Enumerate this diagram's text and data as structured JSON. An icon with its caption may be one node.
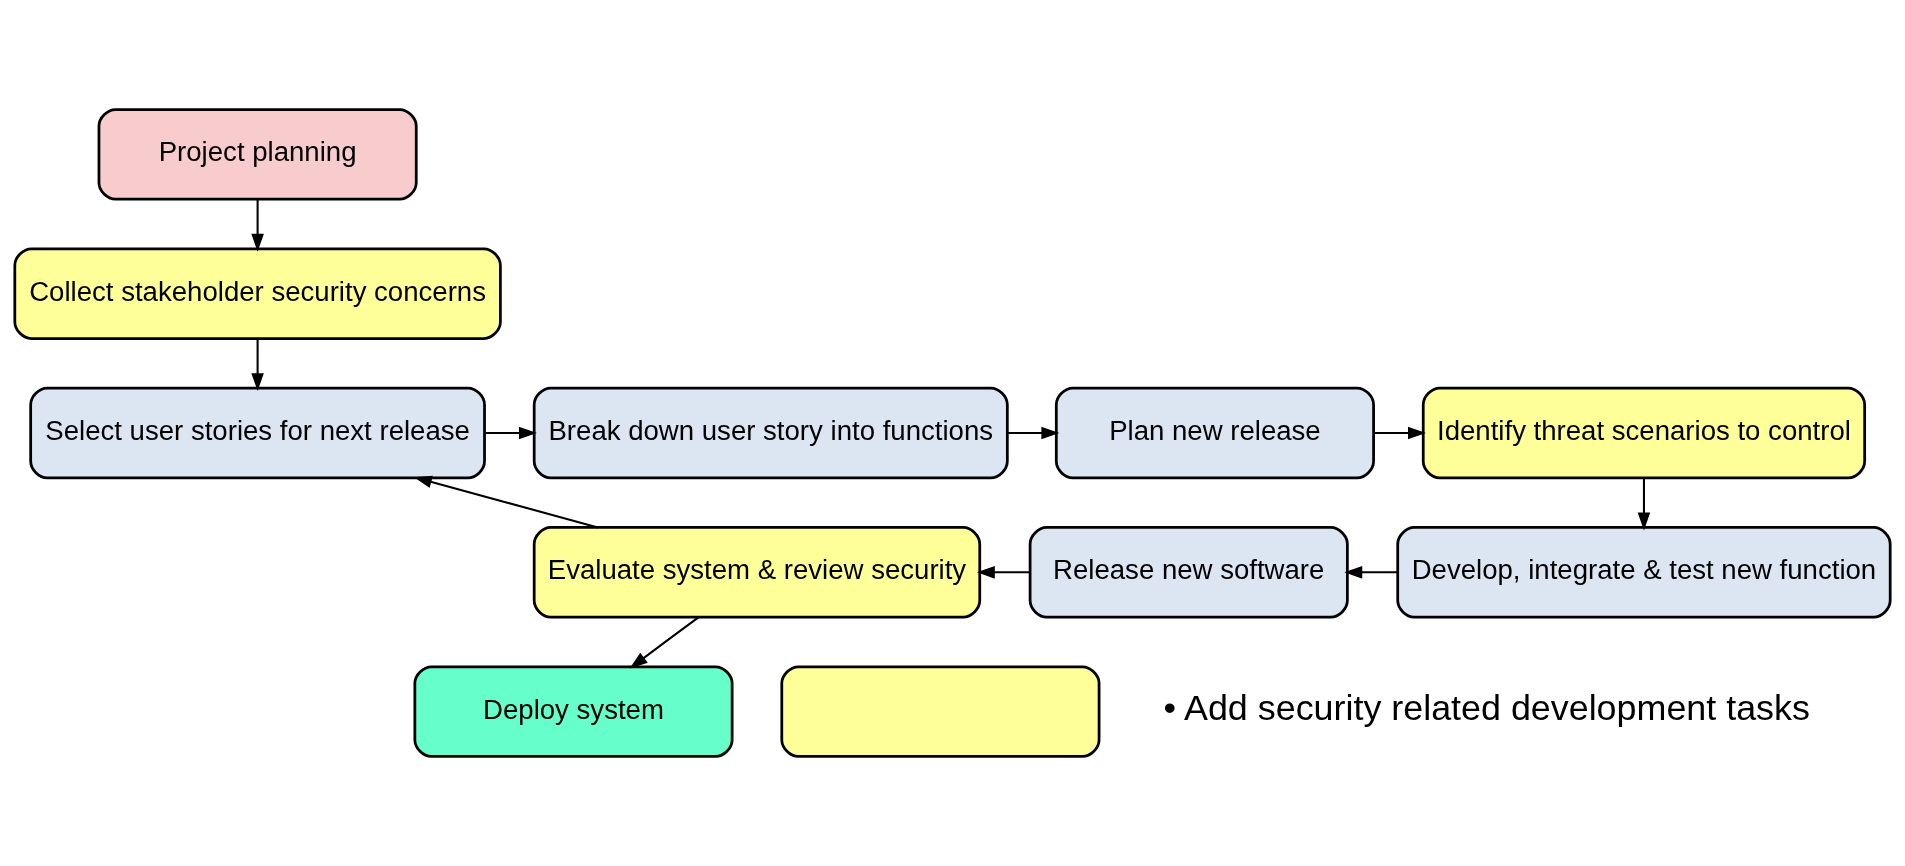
{
  "diagram": {
    "nodes": [
      {
        "text": [
          "Project planning"
        ]
      },
      {
        "text": [
          "Collect stakeholder security concerns"
        ]
      },
      {
        "text": [
          "Select user stories for next release"
        ]
      },
      {
        "text": [
          "Break down user story into functions"
        ]
      },
      {
        "text": [
          "Plan new release"
        ]
      },
      {
        "text": [
          "Identify threat scenarios to control"
        ]
      },
      {
        "text": [
          "Develop, integrate & test new function"
        ]
      },
      {
        "text": [
          "Release new software"
        ]
      },
      {
        "text": [
          "Evaluate system & review security"
        ]
      },
      {
        "text": [
          "Deploy system"
        ]
      },
      {
        "text": [],
        "shape": "box"
      }
    ],
    "edges": [
      {
        "from": 0,
        "to": 1,
        "arrow": "to"
      },
      {
        "from": 1,
        "to": 2,
        "arrow": "to"
      },
      {
        "from": 2,
        "to": 3,
        "arrow": "to"
      },
      {
        "from": 3,
        "to": 4,
        "arrow": "to"
      },
      {
        "from": 4,
        "to": 5,
        "arrow": "to"
      },
      {
        "from": 5,
        "to": 6,
        "arrow": "to"
      },
      {
        "from": 6,
        "to": 7,
        "arrow": "to"
      },
      {
        "from": 7,
        "to": 8,
        "arrow": "to"
      },
      {
        "from": 8,
        "to": 2,
        "arrow": "to"
      },
      {
        "from": 8,
        "to": 9,
        "arrow": "to"
      }
    ],
    "labels": [
      "• Add security related development tasks"
    ]
  }
}
